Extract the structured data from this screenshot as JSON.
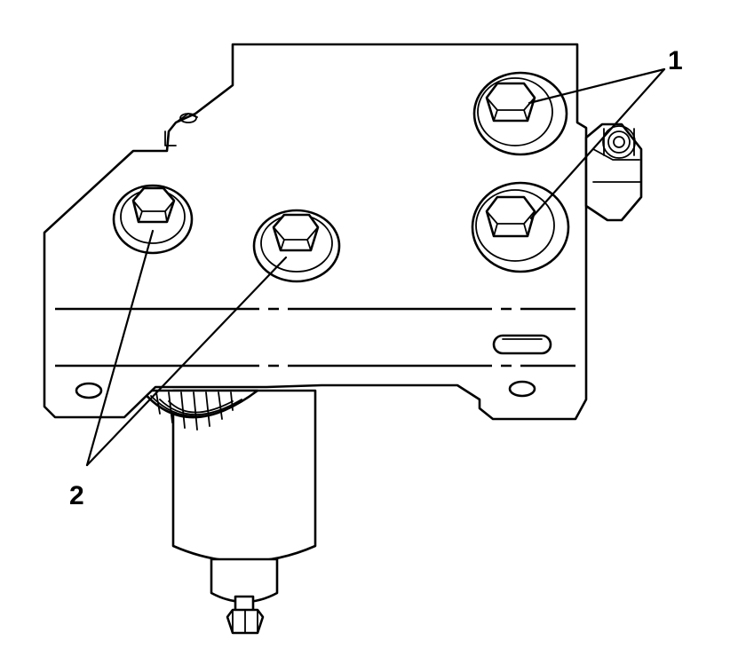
{
  "callouts": [
    {
      "id": "1",
      "label": "1"
    },
    {
      "id": "2",
      "label": "2"
    }
  ],
  "colors": {
    "stroke": "#000000",
    "background": "#ffffff"
  }
}
